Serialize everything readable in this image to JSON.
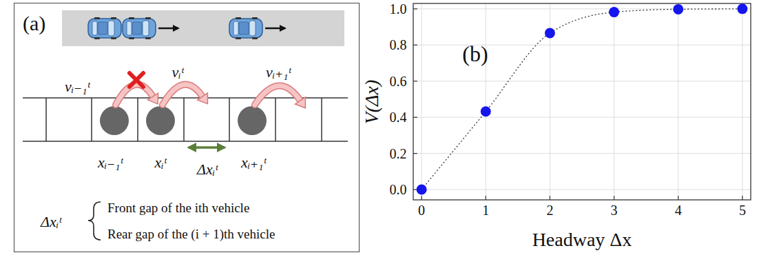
{
  "diagram": {
    "nodes": [
      {
        "text": [
          "(a)"
        ]
      }
    ],
    "labels": [
      "vᵢ₋₁ᵗ",
      "vᵢᵗ",
      "vᵢ₊₁ᵗ",
      "xᵢ₋₁ᵗ",
      "xᵢᵗ",
      "xᵢ₊₁ᵗ",
      "Δxᵢᵗ",
      "Δxᵢᵗ",
      "Front gap of the ith vehicle",
      "Rear gap of the (i + 1)th vehicle",
      "(b)",
      "V(Δx)",
      "Headway Δx",
      "0.0",
      "0.2",
      "0.4",
      "0.6",
      "0.8",
      "1.0",
      "0",
      "1",
      "2",
      "3",
      "4",
      "5"
    ]
  }
}
